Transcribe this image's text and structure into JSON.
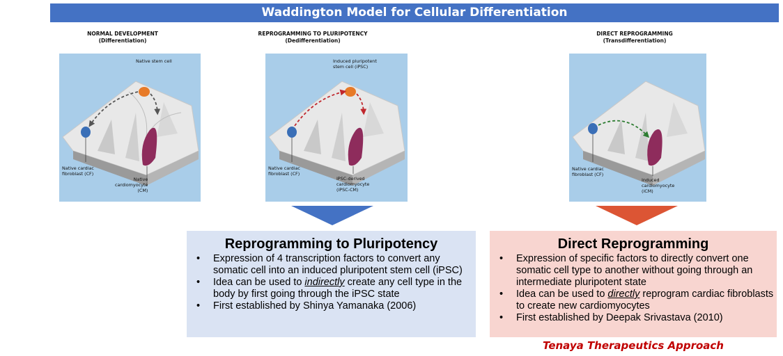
{
  "banner": {
    "title": "Waddington Model for Cellular Differentiation"
  },
  "colors": {
    "banner": "#4472c4",
    "panel_bg": "#a9cde9",
    "blue_box": "#dae3f3",
    "red_box": "#f8d5d0",
    "blue_arrow": "#4472c4",
    "red_arrow": "#dc5534",
    "tenaya": "#c00000",
    "stem_cell": "#e77a28",
    "fibroblast": "#3a6fb7",
    "cardiomyocyte": "#8e2c5c"
  },
  "panels": [
    {
      "title": "NORMAL DEVELOPMENT",
      "subtitle": "(Differentiation)",
      "label_top": [
        "Native stem cell"
      ],
      "label_left": [
        "Native cardiac",
        "fibroblast (CF)"
      ],
      "label_right": [
        "Native",
        "cardiomyocyte",
        "(CM)"
      ]
    },
    {
      "title": "REPROGRAMMING TO PLURIPOTENCY",
      "subtitle": "(Dedifferentiation)",
      "label_top": [
        "Induced pluripotent",
        "stem cell (iPSC)"
      ],
      "label_left": [
        "Native cardiac",
        "fibroblast (CF)"
      ],
      "label_right": [
        "iPSC-derived",
        "cardiomyocyte",
        "(iPSC-CM)"
      ]
    },
    {
      "title": "DIRECT REPROGRAMMING",
      "subtitle": "(Transdifferentiation)",
      "label_left": [
        "Native cardiac",
        "fibroblast (CF)"
      ],
      "label_right": [
        "Induced",
        "cardiomyocyte",
        "(iCM)"
      ]
    }
  ],
  "box_left": {
    "title": "Reprogramming to Pluripotency",
    "b1": "Expression of 4 transcription factors to convert any somatic cell into an induced pluripotent stem cell (iPSC)",
    "b2_pre": "Idea can be used to ",
    "b2_em": "indirectly",
    "b2_post": " create any cell type in the body by first going through the iPSC state",
    "b3": "First established by Shinya Yamanaka (2006)"
  },
  "box_right": {
    "title": "Direct Reprogramming",
    "b1": "Expression of specific factors to directly convert one somatic cell type to another without going through an intermediate pluripotent state",
    "b2_pre": "Idea can be used to ",
    "b2_em": "directly",
    "b2_post": " reprogram cardiac fibroblasts to create new cardiomyocytes",
    "b3": "First established by Deepak Srivastava (2010)"
  },
  "footer": {
    "approach": "Tenaya Therapeutics Approach"
  }
}
